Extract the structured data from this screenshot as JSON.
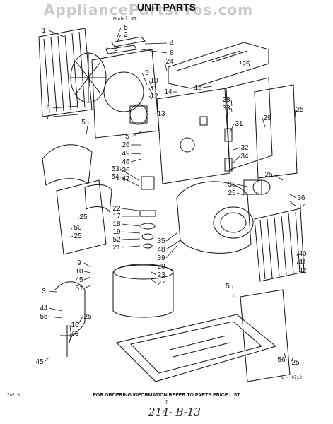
{
  "watermark": "AppliancePartsPros.com",
  "title": "UNIT PARTS",
  "subtitle": "Model RT...",
  "footer_text": "FOR ORDERING INFORMATION REFER TO PARTS PRICE LIST",
  "left_code": "70713",
  "right_code": "L - 0713",
  "page_number": "7",
  "handwritten_note": "214- B-13",
  "callouts": [
    "1",
    "5",
    "2",
    "3",
    "4",
    "8",
    "24",
    "25",
    "9",
    "10",
    "11",
    "12",
    "14",
    "15",
    "28",
    "33",
    "6",
    "7",
    "13",
    "5",
    "5",
    "31",
    "26",
    "49",
    "46",
    "25",
    "29",
    "36",
    "47",
    "53",
    "54",
    "32",
    "34",
    "22",
    "17",
    "18",
    "19",
    "52",
    "21",
    "25",
    "50",
    "25",
    "38",
    "25",
    "35",
    "48",
    "39",
    "20",
    "23",
    "27",
    "36",
    "37",
    "25",
    "40",
    "41",
    "42",
    "9",
    "10",
    "45",
    "51",
    "3",
    "44",
    "55",
    "25",
    "16",
    "43",
    "45",
    "5",
    "56",
    "25"
  ]
}
